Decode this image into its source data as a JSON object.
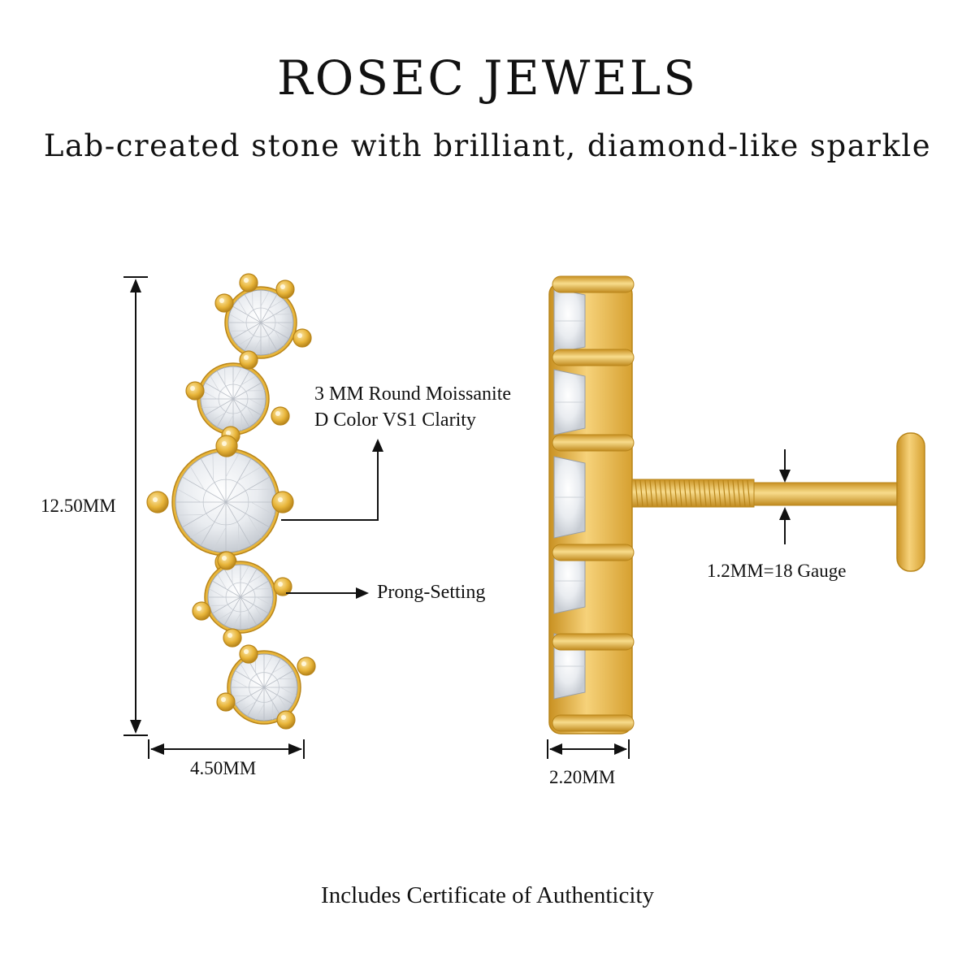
{
  "header": {
    "brand": "ROSEC JEWELS",
    "tagline": "Lab-created stone with brilliant, diamond-like sparkle"
  },
  "front_view": {
    "height_label": "12.50MM",
    "width_label": "4.50MM",
    "stone_spec_line1": "3 MM Round Moissanite",
    "stone_spec_line2": "D Color VS1 Clarity",
    "setting_label": "Prong-Setting"
  },
  "side_view": {
    "depth_label": "2.20MM",
    "gauge_label": "1.2MM=18 Gauge"
  },
  "footer": {
    "note": "Includes Certificate of Authenticity"
  },
  "colors": {
    "gold": "#e8b53a",
    "gold_light": "#f7d98a",
    "gold_dark": "#b8851a",
    "stone": "#eef0f3",
    "ink": "#111111"
  }
}
